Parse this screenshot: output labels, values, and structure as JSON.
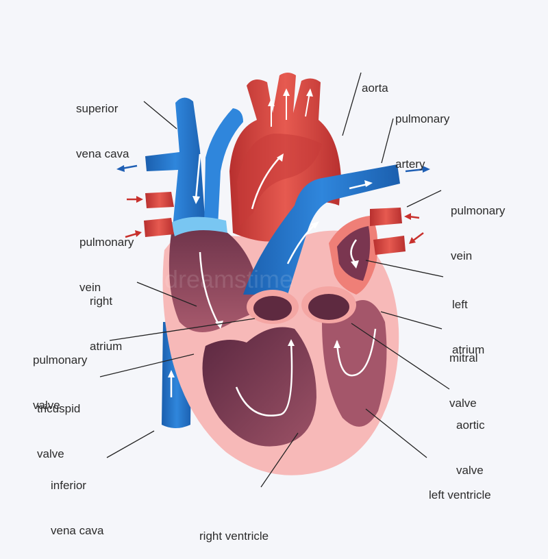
{
  "labels": {
    "aorta": [
      "aorta"
    ],
    "pulmonary_artery": [
      "pulmonary",
      "artery"
    ],
    "superior_vena_cava": [
      "superior",
      "vena cava"
    ],
    "pulmonary_vein_right": [
      "pulmonary",
      "vein"
    ],
    "pulmonary_vein_left": [
      "pulmonary",
      "vein"
    ],
    "right_atrium": [
      "right",
      "atrium"
    ],
    "left_atrium": [
      "left",
      "atrium"
    ],
    "pulmonary_valve": [
      "pulmonary",
      "valve"
    ],
    "mitral_valve": [
      "mitral",
      "valve"
    ],
    "tricuspid_valve": [
      "tricuspid",
      "valve"
    ],
    "aortic_valve": [
      "aortic",
      "valve"
    ],
    "inferior_vena_cava": [
      "inferior",
      "vena cava"
    ],
    "left_ventricle": [
      "left ventricle"
    ],
    "right_ventricle": [
      "right ventricle"
    ]
  },
  "colors": {
    "background": "#f5f6fa",
    "vein_blue": "#1f6fc2",
    "vein_blue_light": "#4ea3e8",
    "artery_red": "#d8403f",
    "artery_red_light": "#ef6b60",
    "myocardium": "#f7b9b8",
    "chamber": "#8c4a5f",
    "chamber_dark": "#5e2a40",
    "text": "#2b2b2b"
  },
  "watermark": "dreamstime"
}
